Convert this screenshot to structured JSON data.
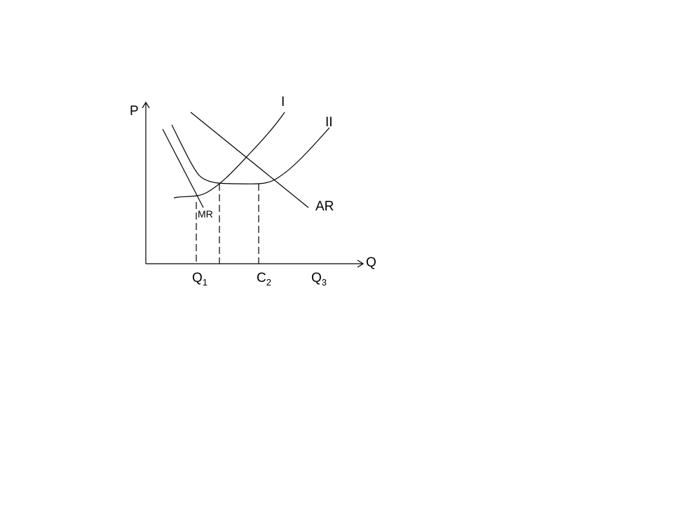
{
  "diagram": {
    "axis_labels": {
      "y": "P",
      "x": "Q"
    },
    "curve_labels": {
      "curve_1": "I",
      "curve_2": "II",
      "average_revenue": "AR",
      "marginal_revenue": "MR"
    },
    "x_tick_labels": [
      {
        "base": "Q",
        "subscript": "1"
      },
      {
        "base": "C",
        "subscript": "2"
      },
      {
        "base": "Q",
        "subscript": "3"
      }
    ],
    "colors": {
      "ink": "#000000",
      "background": "#ffffff"
    }
  }
}
